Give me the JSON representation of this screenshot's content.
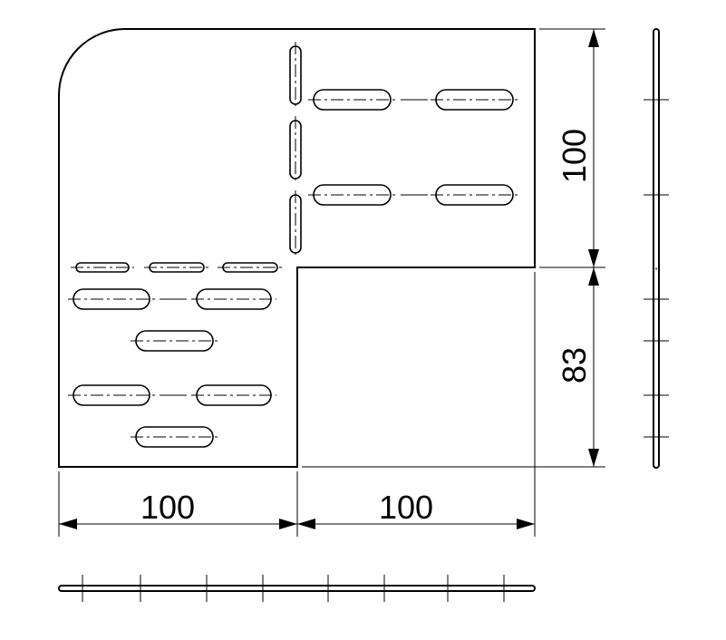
{
  "drawing": {
    "dimensions": {
      "bottom_left": "100",
      "bottom_right": "100",
      "right_top": "100",
      "right_bottom": "83"
    }
  }
}
